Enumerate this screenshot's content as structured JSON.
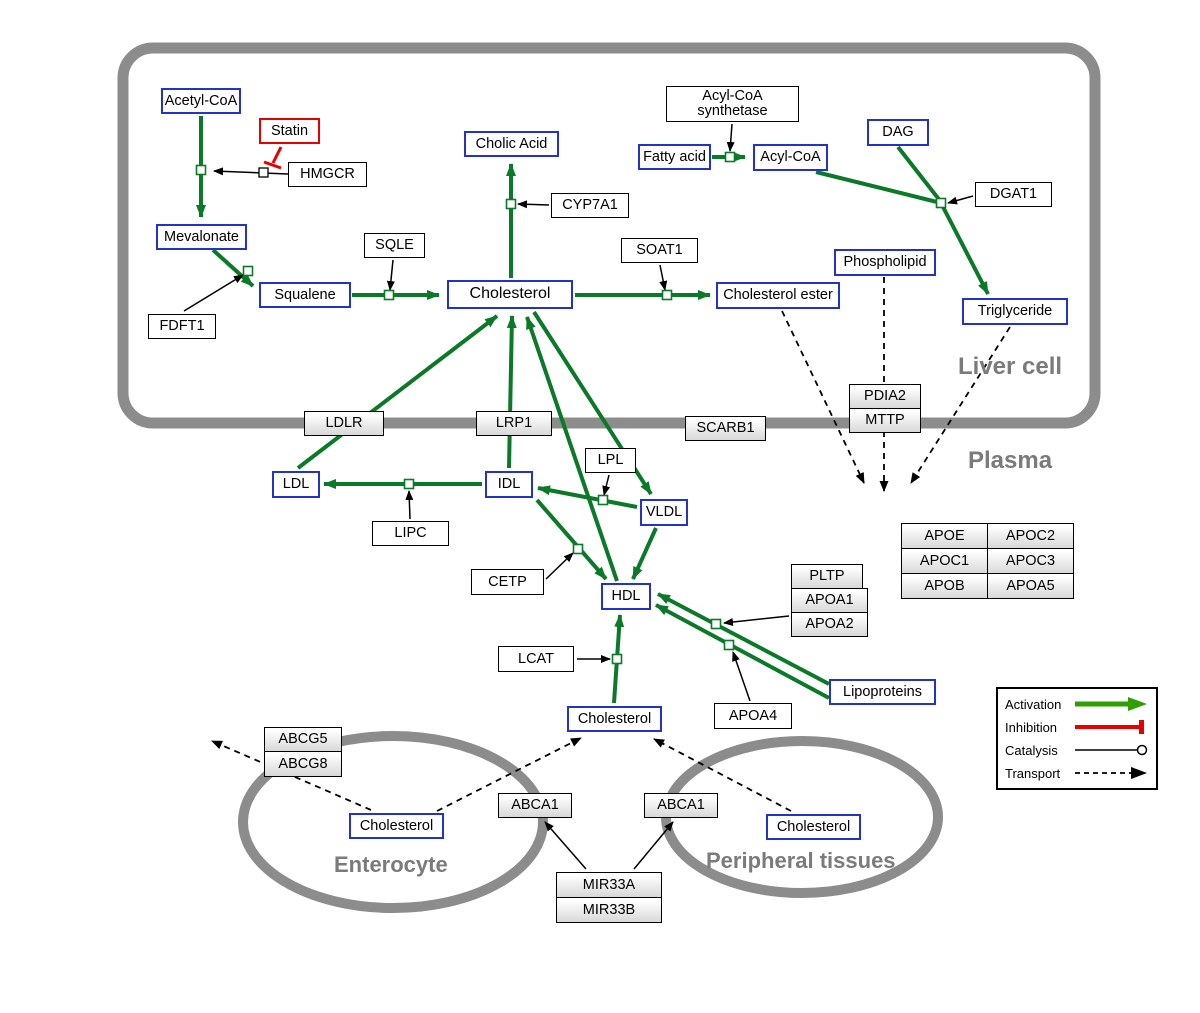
{
  "regions": {
    "liver": "Liver cell",
    "plasma": "Plasma",
    "enterocyte": "Enterocyte",
    "peripheral": "Peripheral tissues"
  },
  "labels": {
    "acetyl_coa": "Acetyl-CoA",
    "statin": "Statin",
    "hmgcr": "HMGCR",
    "mevalonate": "Mevalonate",
    "fdft1": "FDFT1",
    "squalene": "Squalene",
    "sqle": "SQLE",
    "cholic_acid": "Cholic Acid",
    "cyp7a1": "CYP7A1",
    "cholesterol_liver": "Cholesterol",
    "soat1": "SOAT1",
    "cholesterol_ester": "Cholesterol ester",
    "acyl_coa_synthetase": "Acyl-CoA synthetase",
    "fatty_acid": "Fatty acid",
    "acyl_coa": "Acyl-CoA",
    "dag": "DAG",
    "dgat1": "DGAT1",
    "phospholipid": "Phospholipid",
    "triglyceride": "Triglyceride",
    "ldlr": "LDLR",
    "lrp1": "LRP1",
    "scarb1": "SCARB1",
    "pdia2": "PDIA2",
    "mttp": "MTTP",
    "ldl": "LDL",
    "idl": "IDL",
    "lipc": "LIPC",
    "lpl": "LPL",
    "vldl": "VLDL",
    "cetp": "CETP",
    "hdl": "HDL",
    "pltp": "PLTP",
    "apoa1": "APOA1",
    "apoa2": "APOA2",
    "lcat": "LCAT",
    "apoa4": "APOA4",
    "lipoproteins": "Lipoproteins",
    "cholesterol_plasma": "Cholesterol",
    "apoe": "APOE",
    "apoc2": "APOC2",
    "apoc1": "APOC1",
    "apoc3": "APOC3",
    "apob": "APOB",
    "apoa5": "APOA5",
    "abcg5": "ABCG5",
    "abcg8": "ABCG8",
    "cholesterol_enterocyte": "Cholesterol",
    "abca1_left": "ABCA1",
    "abca1_right": "ABCA1",
    "cholesterol_peripheral": "Cholesterol",
    "mir33a": "MIR33A",
    "mir33b": "MIR33B"
  },
  "legend": {
    "activation": "Activation",
    "inhibition": "Inhibition",
    "catalysis": "Catalysis",
    "transport": "Transport"
  },
  "colors": {
    "activation_green": "#2f9e00",
    "edge_green": "#0b7a28",
    "inhibition_red": "#e80000",
    "metabolite_border_blue": "#2233cc",
    "membrane_gray": "#8c8c8c"
  }
}
